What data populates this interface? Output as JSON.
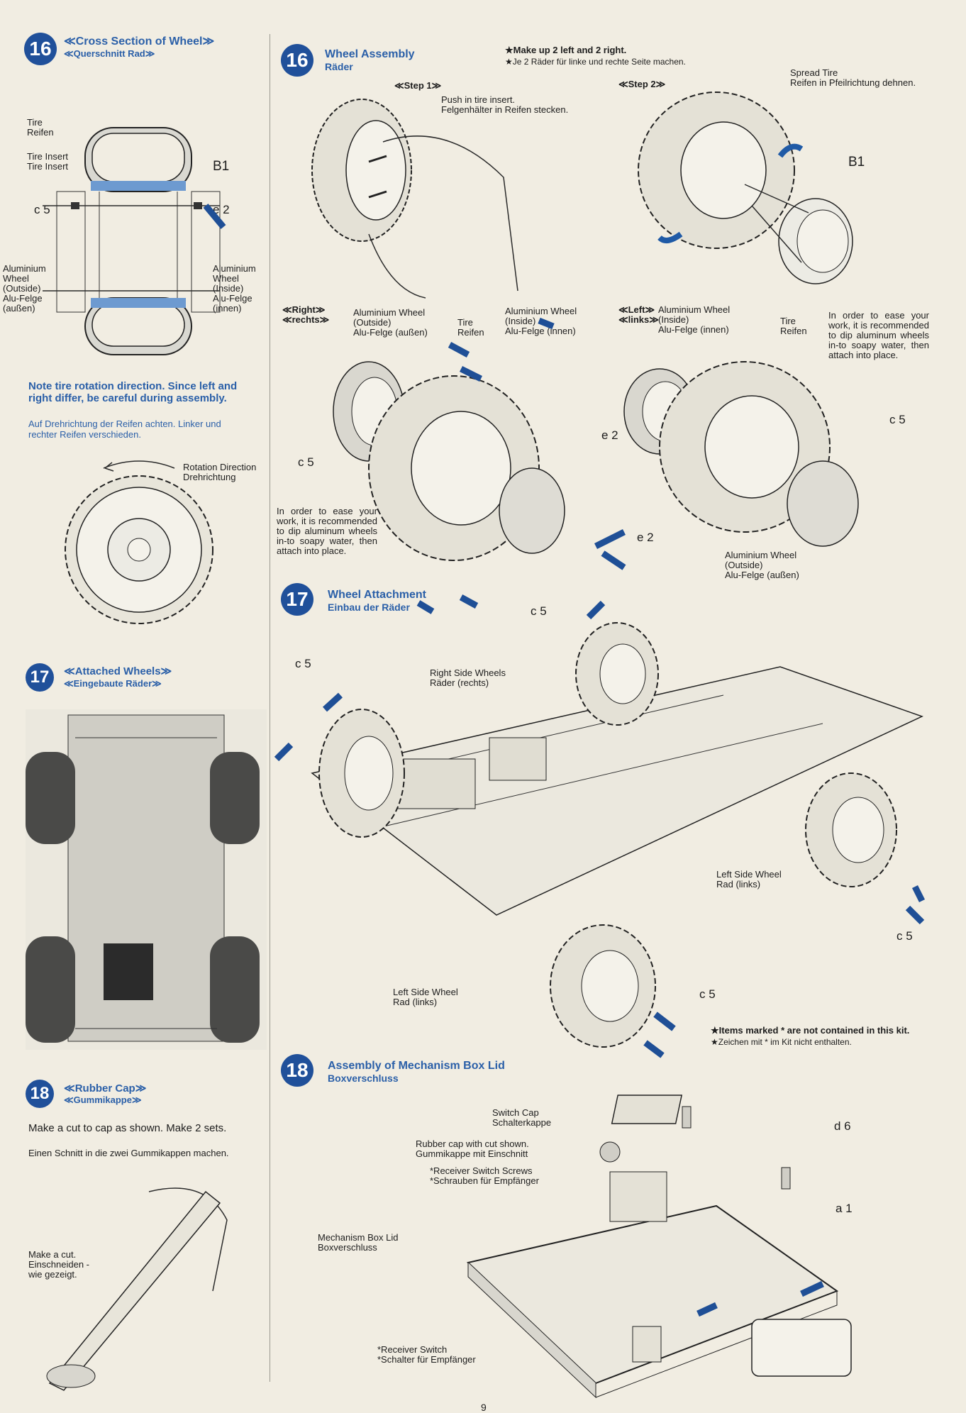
{
  "left": {
    "s16": {
      "num": "16",
      "title_en": "≪Cross Section of Wheel≫",
      "title_de": "≪Querschnitt Rad≫"
    },
    "tire": {
      "en": "Tire",
      "de": "Reifen"
    },
    "insert": {
      "en": "Tire Insert",
      "de": "Tire Insert"
    },
    "b1": "B1",
    "c5": "c 5",
    "e2": "e 2",
    "alu_out": {
      "en": "Aluminium\nWheel\n(Outside)",
      "de": "Alu-Felge\n(außen)"
    },
    "alu_in": {
      "en": "Aluminium\nWheel\n(Inside)",
      "de": "Alu-Felge\n(innen)"
    },
    "note_en": "Note tire rotation direction. Since left and right differ, be careful during assembly.",
    "note_de": "Auf Drehrichtung der Reifen achten. Linker und rechter Reifen verschieden.",
    "rotation": {
      "en": "Rotation Direction",
      "de": "Drehrichtung"
    },
    "s17": {
      "num": "17",
      "title_en": "≪Attached Wheels≫",
      "title_de": "≪Eingebaute Räder≫"
    },
    "s18": {
      "num": "18",
      "title_en": "≪Rubber Cap≫",
      "title_de": "≪Gummikappe≫"
    },
    "cut_en": "Make a cut to cap as shown. Make 2 sets.",
    "cut_de": "Einen Schnitt in die zwei Gummikappen machen.",
    "makecut": {
      "en": "Make a cut.",
      "de": "Einschneiden -\nwie gezeigt."
    }
  },
  "right": {
    "s16": {
      "num": "16",
      "title_en": "Wheel Assembly",
      "title_de": "Räder"
    },
    "star1": "★Make up 2 left and 2 right.",
    "star2": "★Je 2 Räder für linke und rechte Seite machen.",
    "step1": "≪Step 1≫",
    "step2": "≪Step 2≫",
    "push": {
      "en": "Push in tire insert.",
      "de": "Felgenhälter in Reifen stecken."
    },
    "spread": {
      "en": "Spread Tire",
      "de": "Reifen in Pfeilrichtung dehnen."
    },
    "b1": "B1",
    "right_lbl": {
      "en": "≪Right≫",
      "de": "≪rechts≫"
    },
    "left_lbl": {
      "en": "≪Left≫",
      "de": "≪links≫"
    },
    "alu_out": {
      "en": "Aluminium Wheel\n(Outside)",
      "de": "Alu-Felge (außen)"
    },
    "tire": {
      "en": "Tire",
      "de": "Reifen"
    },
    "alu_in": {
      "en": "Aluminium Wheel\n(Inside)",
      "de": "Alu-Felge (innen)"
    },
    "c5": "c 5",
    "e2": "e 2",
    "soapy": "In order to ease your work, it is recommended to dip aluminum wheels in-to soapy water, then attach into place.",
    "alu_out2": {
      "en": "Aluminium Wheel\n(Outside)",
      "de": "Alu-Felge (außen)"
    },
    "s17": {
      "num": "17",
      "title_en": "Wheel Attachment",
      "title_de": "Einbau der Räder"
    },
    "rsw": {
      "en": "Right Side Wheels",
      "de": "Räder (rechts)"
    },
    "lsw": {
      "en": "Left Side Wheel",
      "de": "Rad (links)"
    },
    "items1": "★Items marked * are not contained in this kit.",
    "items2": "★Zeichen mit * im Kit nicht enthalten.",
    "s18": {
      "num": "18",
      "title_en": "Assembly of Mechanism Box Lid",
      "title_de": "Boxverschluss"
    },
    "switchcap": {
      "en": "Switch Cap",
      "de": "Schalterkappe"
    },
    "rubbercap": {
      "en": "Rubber cap with cut shown.",
      "de": "Gummikappe mit Einschnitt"
    },
    "rss": {
      "en": "*Receiver Switch Screws",
      "de": "*Schrauben für Empfänger"
    },
    "d6": "d 6",
    "a1": "a 1",
    "mbl": {
      "en": "Mechanism Box Lid",
      "de": "Boxverschluss"
    },
    "rswitch": {
      "en": "*Receiver Switch",
      "de": "*Schalter für Empfänger"
    }
  },
  "page_num": "9"
}
